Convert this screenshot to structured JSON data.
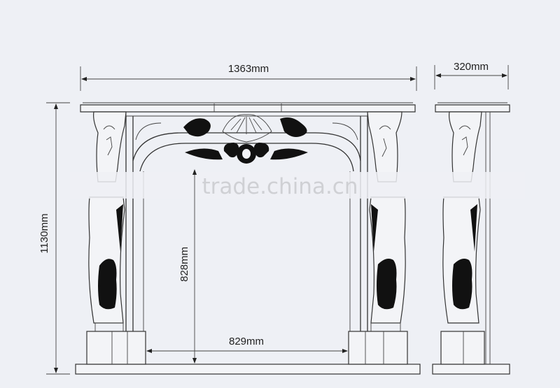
{
  "dimensions": {
    "overall_width": "1363mm",
    "depth": "320mm",
    "overall_height": "1130mm",
    "opening_height": "828mm",
    "opening_width": "829mm"
  },
  "watermark": "trade.china.cn",
  "colors": {
    "background": "#eef0f5",
    "line": "#333333",
    "carving": "#111111",
    "watermark": "#cfd0d4"
  }
}
